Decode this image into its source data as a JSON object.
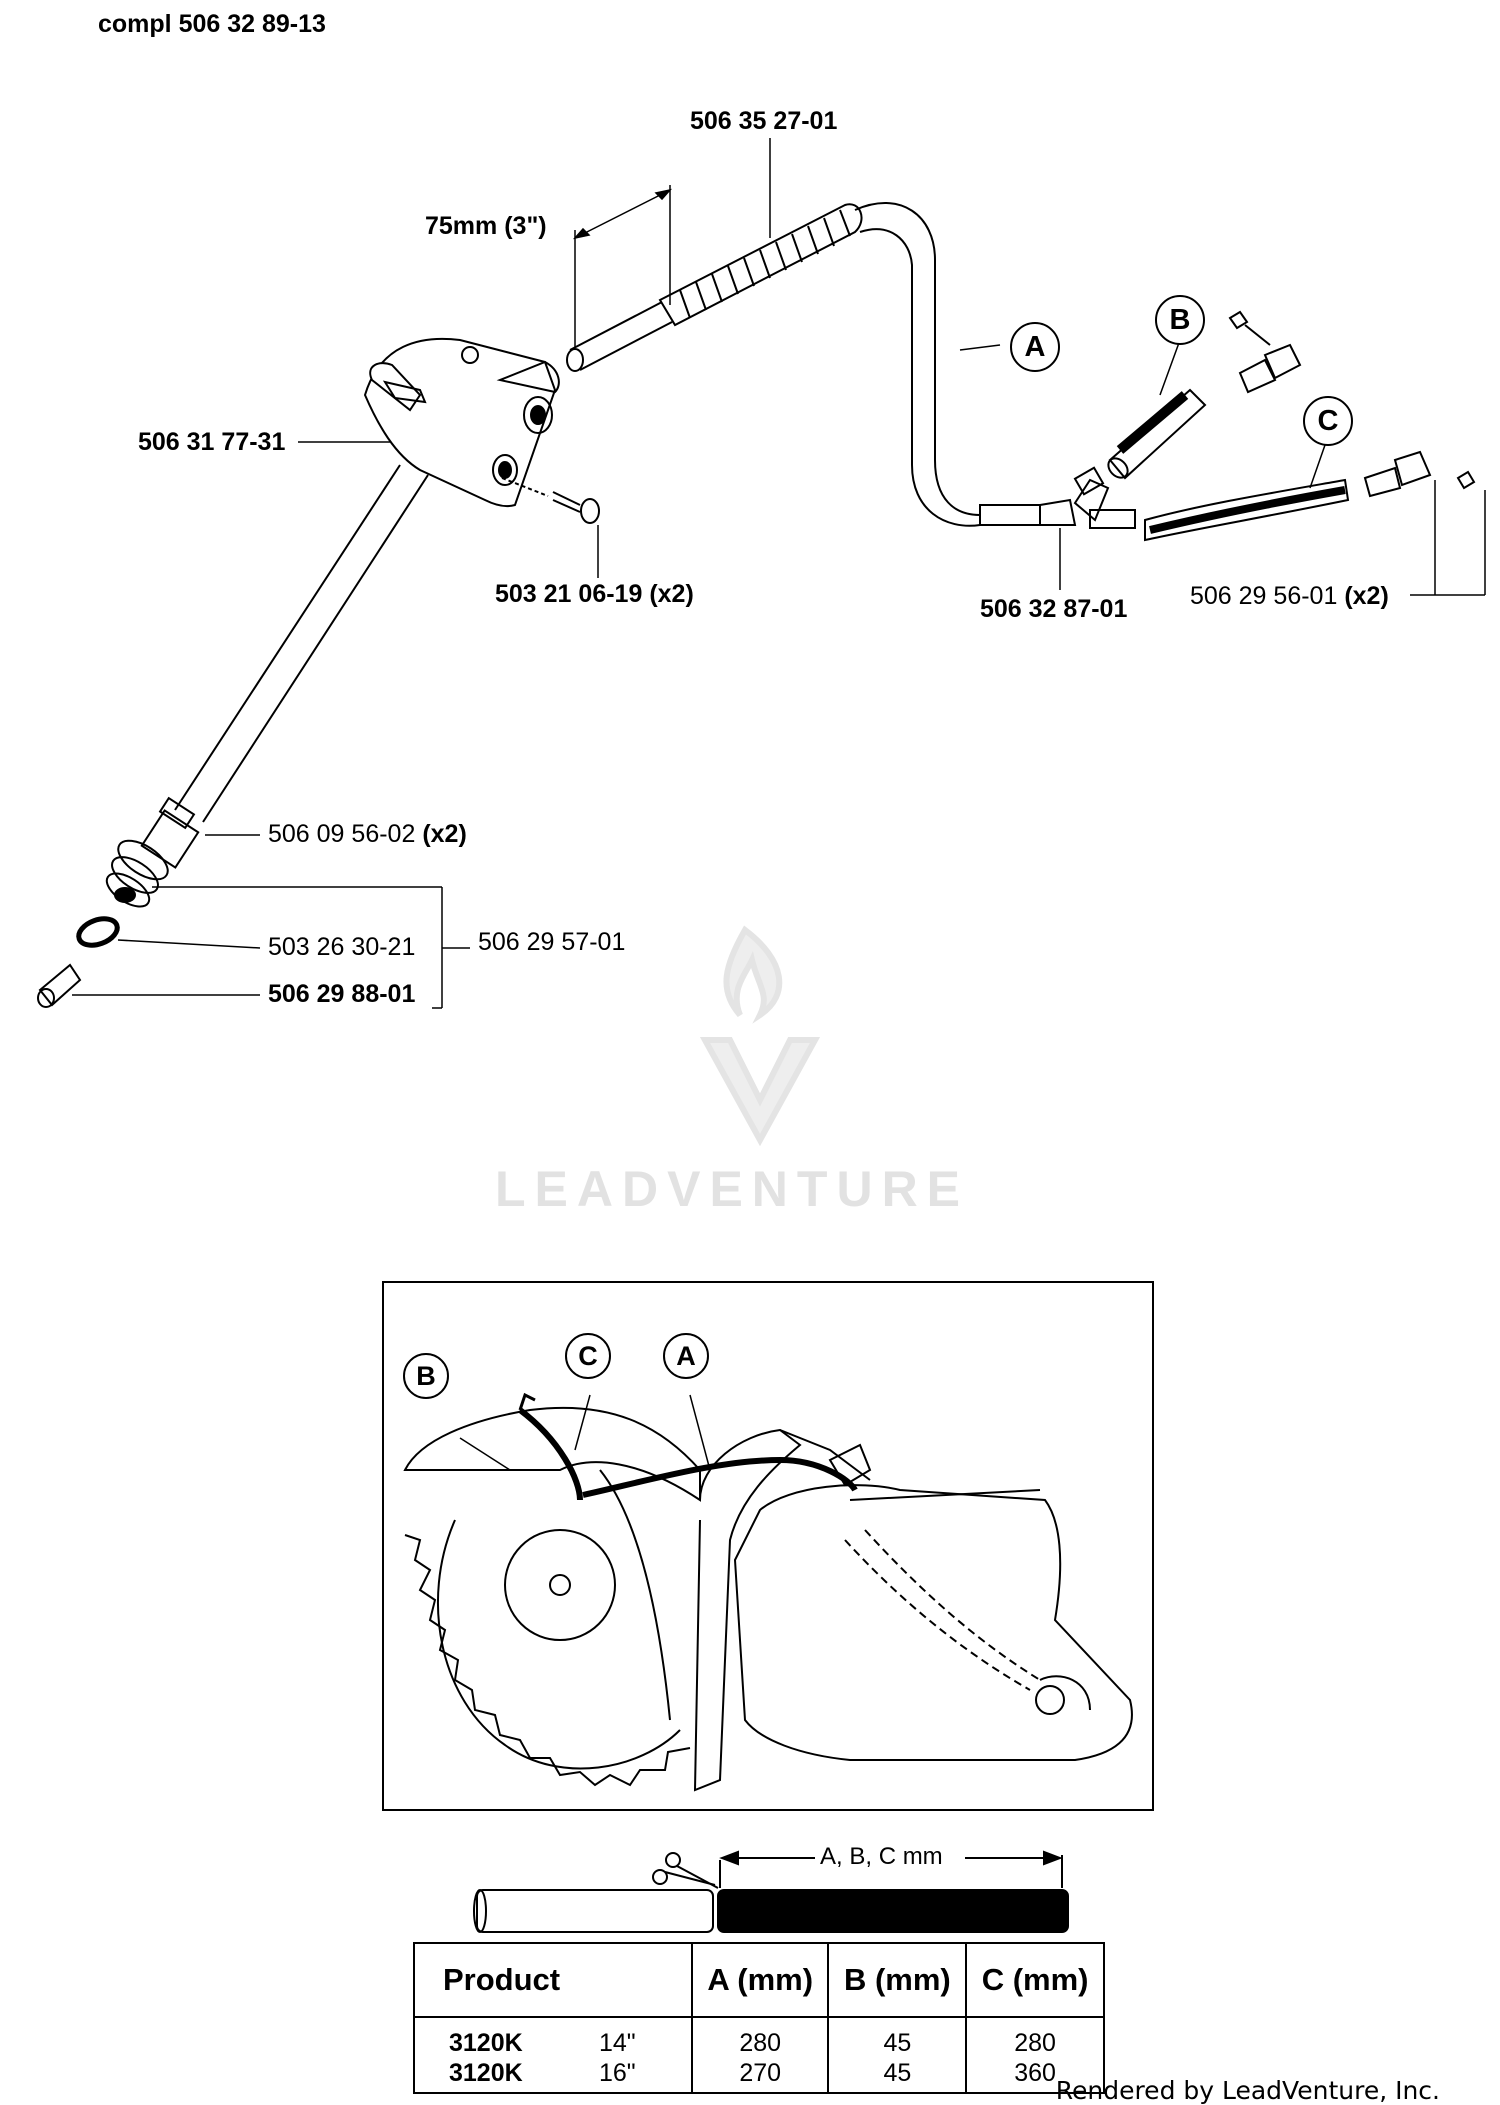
{
  "diagram": {
    "title": "compl 506 32 89-13",
    "labels": {
      "hose_spiral": "506 35 27-01",
      "length_mark": "75mm (3\")",
      "housing": "506 31 77-31",
      "screws_num": "503 21 06-19",
      "screws_qty": "(x2)",
      "tee": "506 32 87-01",
      "nozzle_num": "506 29 56-01",
      "nozzle_qty": "(x2)",
      "clamp_num": "506 09 56-02",
      "clamp_qty": "(x2)",
      "oring": "503 26 30-21",
      "coupling_kit": "506 29 57-01",
      "nipple": "506 29 88-01"
    },
    "callouts": [
      "A",
      "B",
      "C"
    ],
    "cut_label": "A, B, C mm"
  },
  "watermark": {
    "brand": "LEADVENTURE",
    "icon": "flame-logo-icon"
  },
  "table": {
    "headers": [
      "Product",
      "A (mm)",
      "B (mm)",
      "C (mm)"
    ],
    "rows": [
      {
        "product": "3120K",
        "size": "14\"",
        "a": "280",
        "b": "45",
        "c": "280"
      },
      {
        "product": "3120K",
        "size": "16\"",
        "a": "270",
        "b": "45",
        "c": "360"
      }
    ]
  },
  "footer": "Rendered by LeadVenture, Inc."
}
